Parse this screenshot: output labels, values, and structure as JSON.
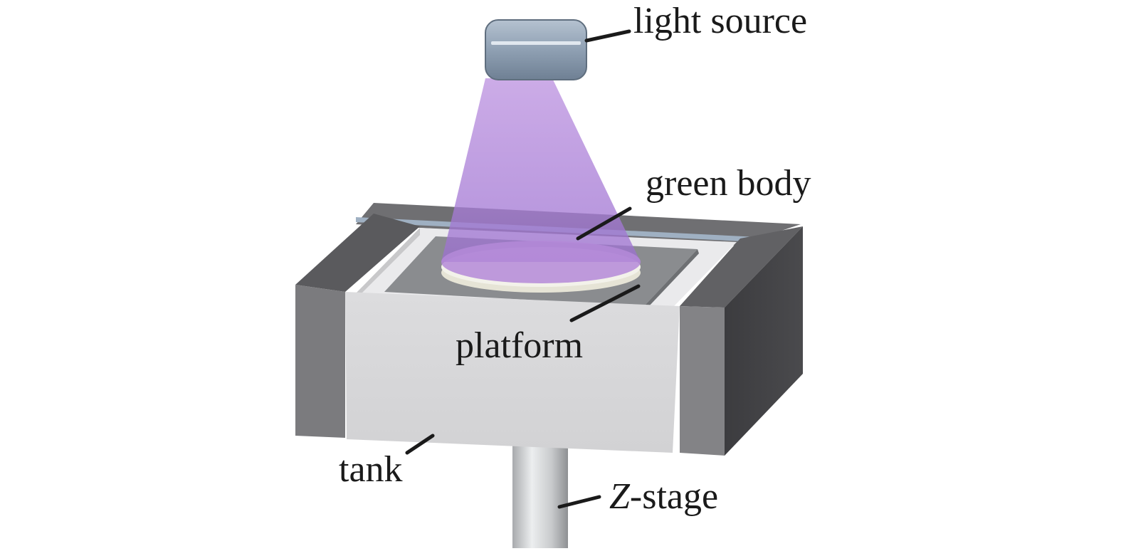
{
  "labels": {
    "light_source": "light source",
    "green_body": "green body",
    "platform": "platform",
    "tank": "tank",
    "z_stage_italic": "Z",
    "z_stage_rest": "-stage"
  },
  "colors": {
    "light_beam": "#a77cd1",
    "light_source_body": "#8fa0b3",
    "tank_front": "#d8d8da",
    "frame_dark": "#3f3f42",
    "frame_mid": "#7a7a7d",
    "platform": "#8a8c8f",
    "green_body": "#f1f0e6",
    "z_stage": "#c9cbcd"
  }
}
